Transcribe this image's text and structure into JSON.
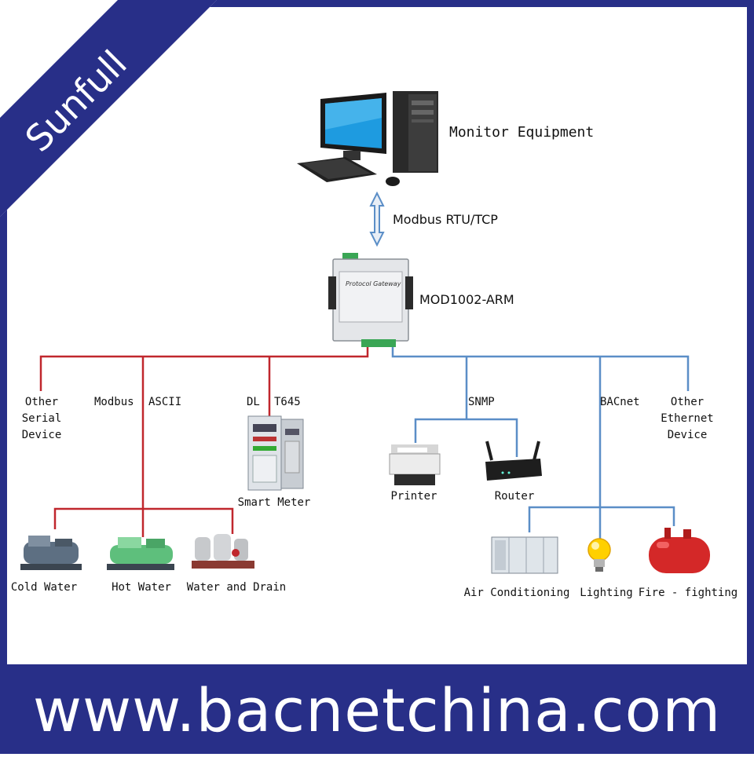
{
  "brand": {
    "name": "Sunfull",
    "ribbon_color": "#282f88"
  },
  "footer": {
    "url": "www.bacnetchina.com"
  },
  "top": {
    "monitor_label": "Monitor Equipment",
    "protocol_label": "Modbus RTU/TCP",
    "gateway_label": "MOD1002-ARM",
    "gateway_panel_text": "Protocol Gateway"
  },
  "serial_side": {
    "line_color": "#c0272d",
    "branches": {
      "other_serial": [
        "Other",
        "Serial",
        "Device"
      ],
      "modbus": "Modbus",
      "ascii": "ASCII",
      "dl": "DL",
      "t645": "T645"
    },
    "smart_meter": "Smart Meter",
    "devices": [
      "Cold Water",
      "Hot Water",
      "Water and Drain"
    ]
  },
  "ethernet_side": {
    "line_color": "#5b8ec7",
    "snmp": "SNMP",
    "bacnet": "BACnet",
    "other_ethernet": [
      "Other",
      "Ethernet",
      "Device"
    ],
    "snmp_devices": [
      "Printer",
      "Router"
    ],
    "bacnet_devices": [
      "Air Conditioning",
      "Lighting",
      "Fire - fighting"
    ]
  },
  "icons": [
    "computer-icon",
    "arrow-icon",
    "gateway-icon",
    "cabinet-icon",
    "printer-icon",
    "router-icon",
    "chiller-icon",
    "pump-icon",
    "ac-unit-icon",
    "bulb-icon",
    "tank-icon"
  ]
}
